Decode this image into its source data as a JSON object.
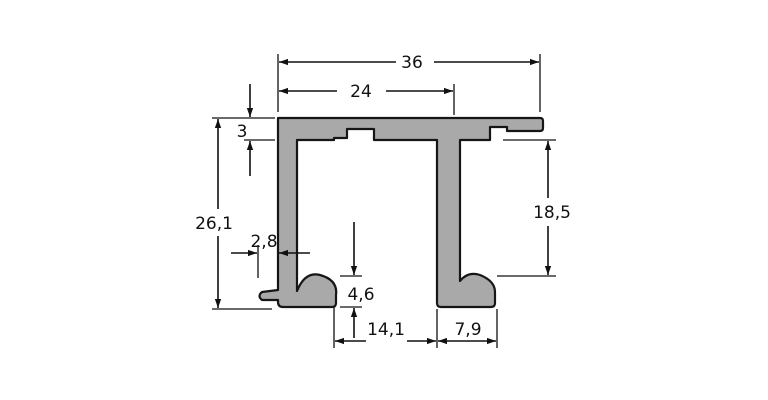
{
  "diagram": {
    "profile_fill": "#a9a9a9",
    "profile_stroke": "#161616",
    "dimension_color": "#111111",
    "dimensions": {
      "overall_width": "36",
      "top_span": "24",
      "top_thickness": "3",
      "overall_height": "26,1",
      "inner_height": "18,5",
      "wall_thickness": "2,8",
      "lip_height": "4,6",
      "slot_width": "14,1",
      "right_lip_width": "7,9"
    }
  }
}
